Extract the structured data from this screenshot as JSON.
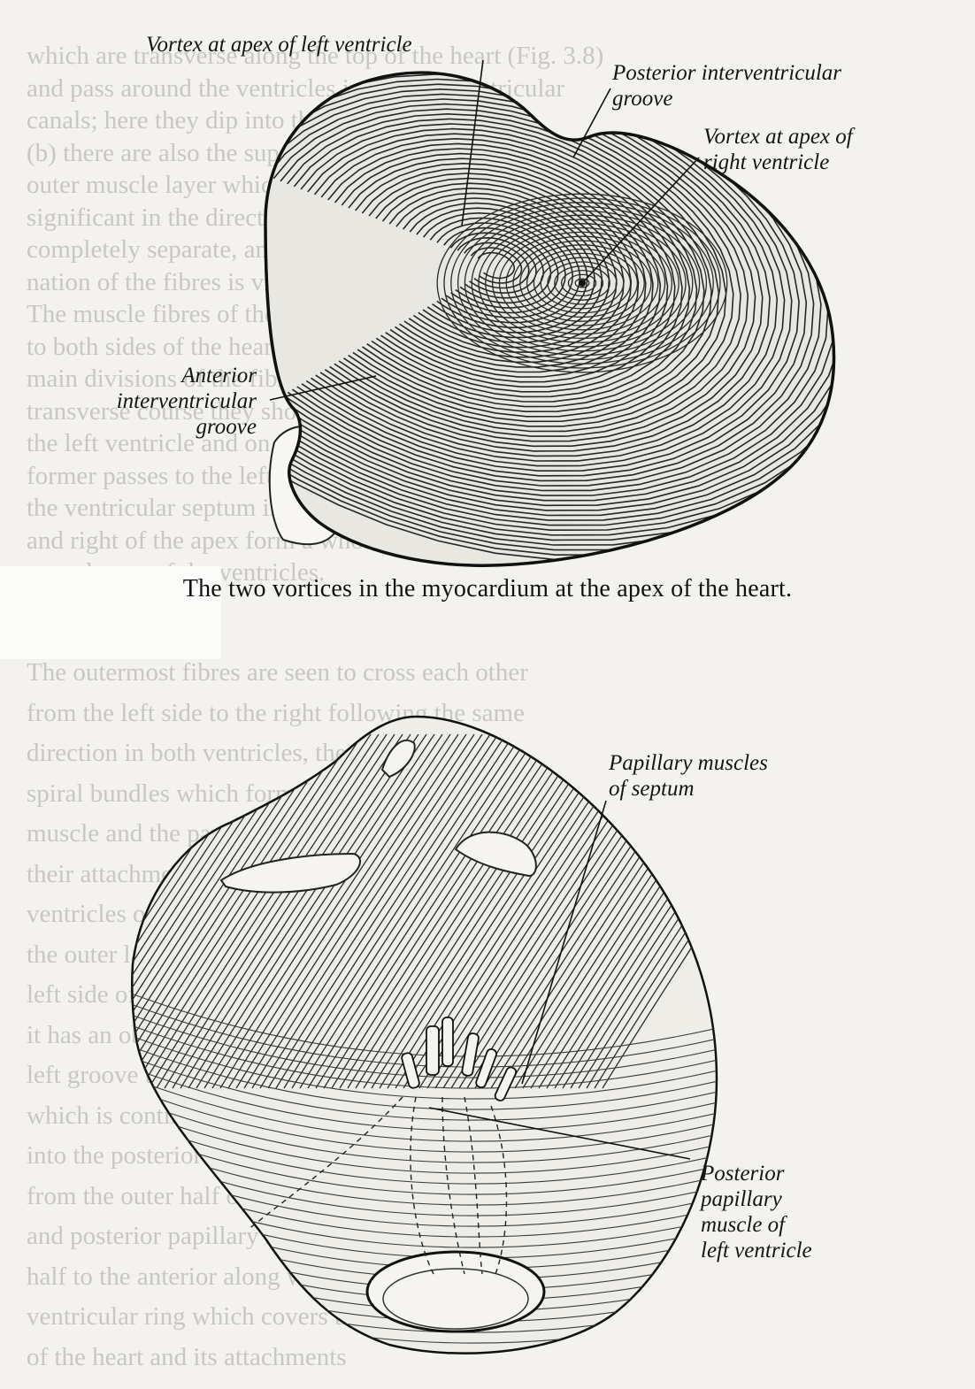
{
  "figure_top": {
    "caption": "The two vortices in the myocardium at the apex of the heart.",
    "labels": {
      "vortex_left": "Vortex at apex of left ventricle",
      "posterior_groove_line1": "Posterior interventricular",
      "posterior_groove_line2": "groove",
      "vortex_right_line1": "Vortex at apex of",
      "vortex_right_line2": "right ventricle",
      "anterior_groove_line1": "Anterior",
      "anterior_groove_line2": "interventricular",
      "anterior_groove_line3": "groove"
    }
  },
  "figure_bottom": {
    "labels": {
      "papillary_septum_line1": "Papillary muscles",
      "papillary_septum_line2": "of septum",
      "posterior_papillary_line1": "Posterior",
      "posterior_papillary_line2": "papillary",
      "posterior_papillary_line3": "muscle of",
      "posterior_papillary_line4": "left ventricle"
    }
  },
  "background_text": {
    "lines_top": [
      "which are transverse along the top of the heart (Fig. 3.8)",
      "and pass around the ventricles in the interventricular",
      "canals; here they dip into the muscle of the atria",
      "(b) there are also the superficial fibres of the",
      "outer muscle layer which are therefore comparatively",
      "significant in the direction of the lower chambers are",
      "completely separate, and some of them are left open",
      "nation of the fibres is visible in the wall of the",
      "The muscle fibres of the ventricles start their course",
      "to both sides of the heart and of the two larger",
      "main divisions of the fibres into which they fall",
      "transverse course they show a spiral arrangement",
      "the left ventricle and on its anterior surface the",
      "former passes to the left, the latter to the right",
      "the ventricular septum in front and hence the fibres",
      "and right of the apex form a whorl, the vortex of the",
      "outer layers of the ventricles."
    ],
    "lines_bottom": [
      "The outermost fibres are seen to cross each other",
      "from the left side to the right following the same",
      "direction in both ventricles, the fibres are deeper",
      "spiral bundles which form the inner layers of the",
      "muscle and the papillary muscles of the septum and",
      "their attachments the fibres of the ventricular walls",
      "ventricles of the heart which form the septum and",
      "the outer layers arise from the fibrous rings",
      "left side of the heart from the base to the apex and",
      "it has an oblique turn around the septum from the",
      "left groove to the posterior interventricular groove",
      "which is continued into the septum as the inner layer",
      "into the posterior left ventricle and the papillary",
      "from the outer half of the fibres pass to the anterior",
      "and posterior papillary muscles and its posterior",
      "half to the anterior along with the fibres the right atrio-",
      "ventricular ring which covers the diaphragmatic surface",
      "of the heart and its attachments"
    ]
  }
}
